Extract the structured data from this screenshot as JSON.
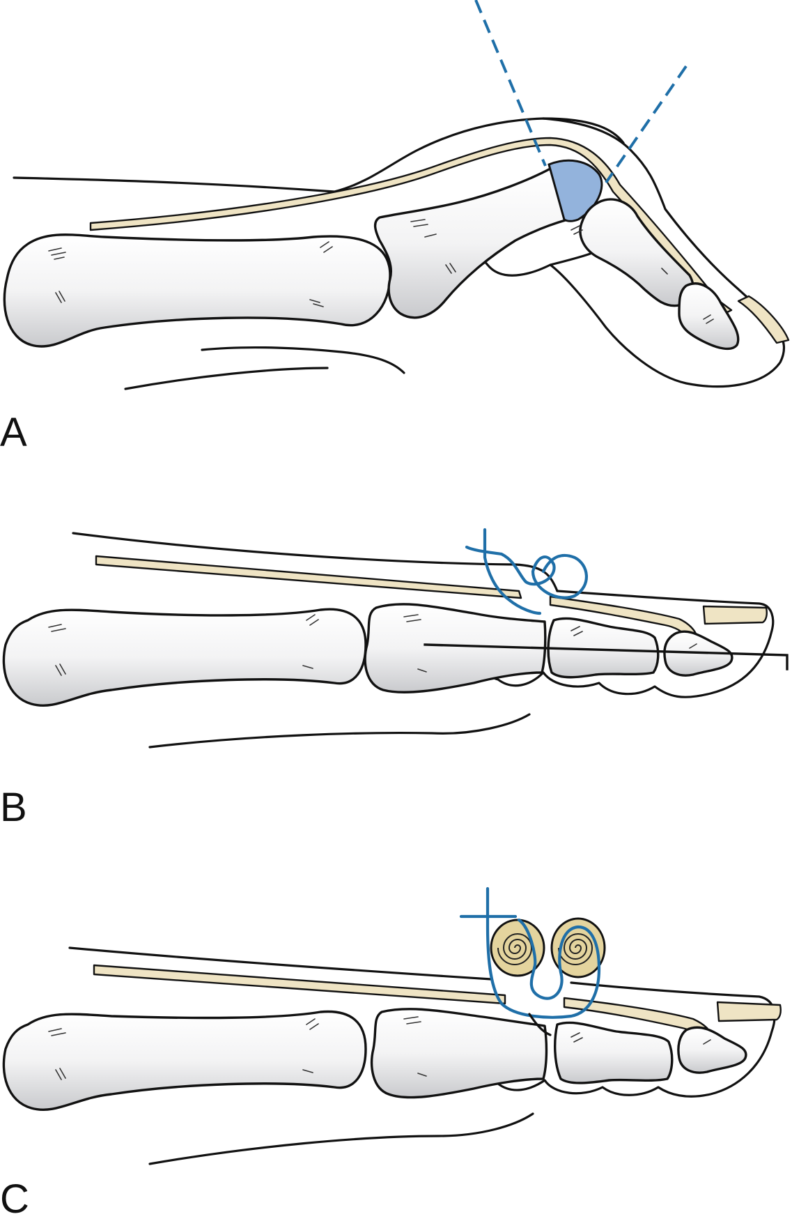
{
  "panels": [
    {
      "id": "A",
      "label": "A"
    },
    {
      "id": "B",
      "label": "B"
    },
    {
      "id": "C",
      "label": "C"
    }
  ],
  "colors": {
    "bone_light": "#ffffff",
    "bone_shade": "#c9cacd",
    "tendon": "#efe4c4",
    "resection_wedge": "#93b3dc",
    "cut_line": "#1f6fa8",
    "suture": "#1f6fa8",
    "button": "#e4d49e",
    "outline": "#111111"
  },
  "icons": {
    "cut_line": "dashed-line",
    "suture": "figure-of-eight-suture",
    "k_wire": "k-wire",
    "button": "coiled-button"
  }
}
